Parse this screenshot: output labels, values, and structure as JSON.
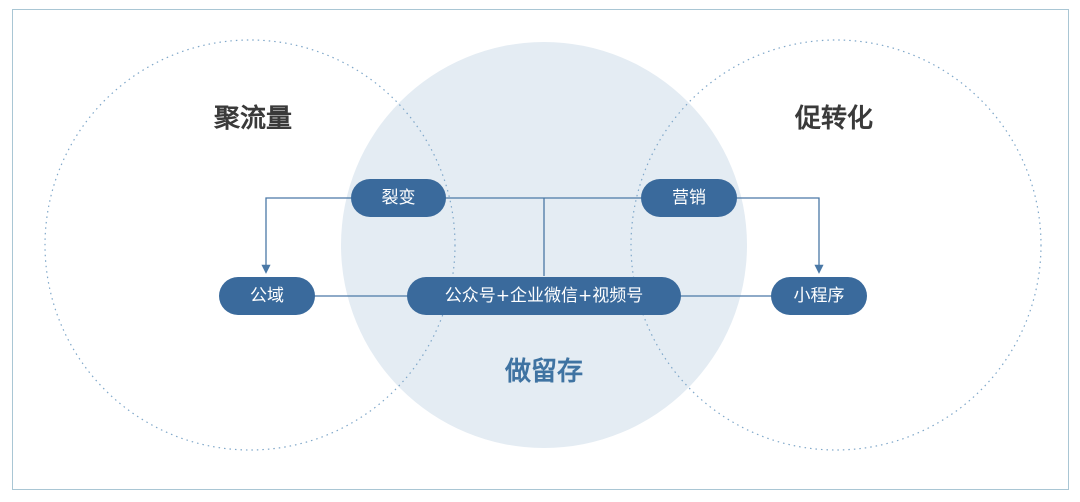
{
  "regions": {
    "left": "聚流量",
    "center": "做留存",
    "right": "促转化"
  },
  "nodes": {
    "fission": "裂变",
    "marketing": "营销",
    "public_domain": "公域",
    "hub": "公众号+企业微信+视频号",
    "mini_program": "小程序"
  },
  "colors": {
    "pill_fill": "#3a6a9c",
    "center_circle": "#e4ecf3",
    "connector": "#4a78a6",
    "dotted_circle": "#7fa7c9",
    "frame_border": "#a9c6d4"
  }
}
